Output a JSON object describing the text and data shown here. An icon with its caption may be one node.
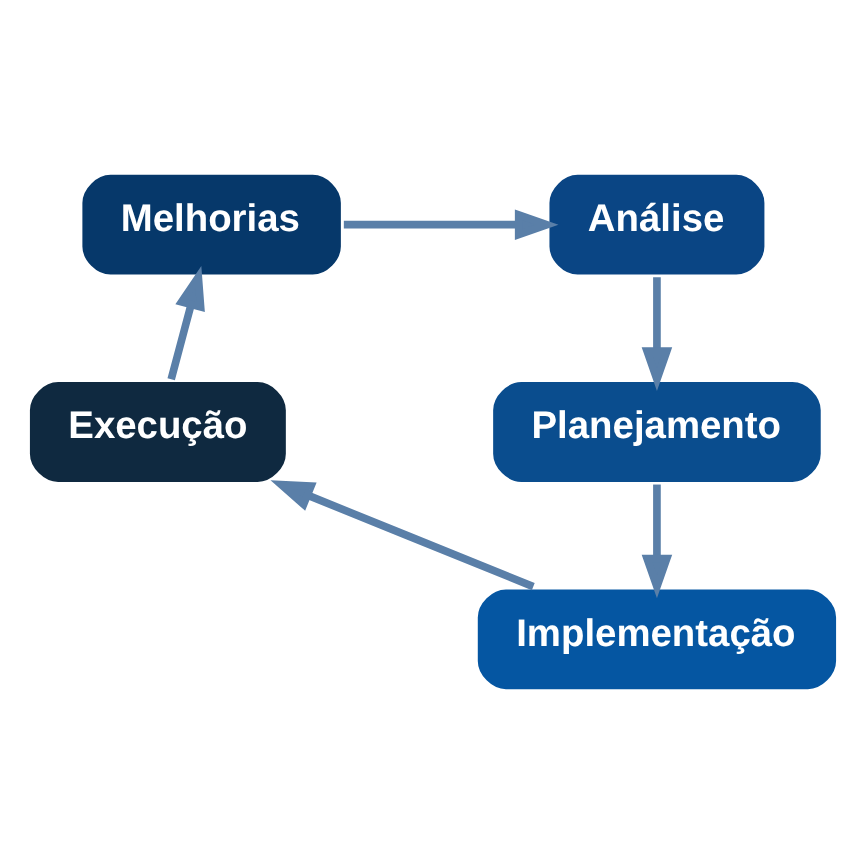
{
  "diagram": {
    "nodes": [
      {
        "text": [
          "Melhorias"
        ]
      },
      {
        "text": [
          "Análise"
        ]
      },
      {
        "text": [
          "Execução"
        ]
      },
      {
        "text": [
          "Planejamento"
        ]
      },
      {
        "text": [
          "Implementação"
        ]
      }
    ],
    "edges": [
      {
        "from": 0,
        "to": 1,
        "arrow": "to"
      },
      {
        "from": 1,
        "to": 3,
        "arrow": "to"
      },
      {
        "from": 3,
        "to": 4,
        "arrow": "to"
      },
      {
        "from": 4,
        "to": 2,
        "arrow": "to"
      },
      {
        "from": 2,
        "to": 0,
        "arrow": "to"
      }
    ]
  }
}
